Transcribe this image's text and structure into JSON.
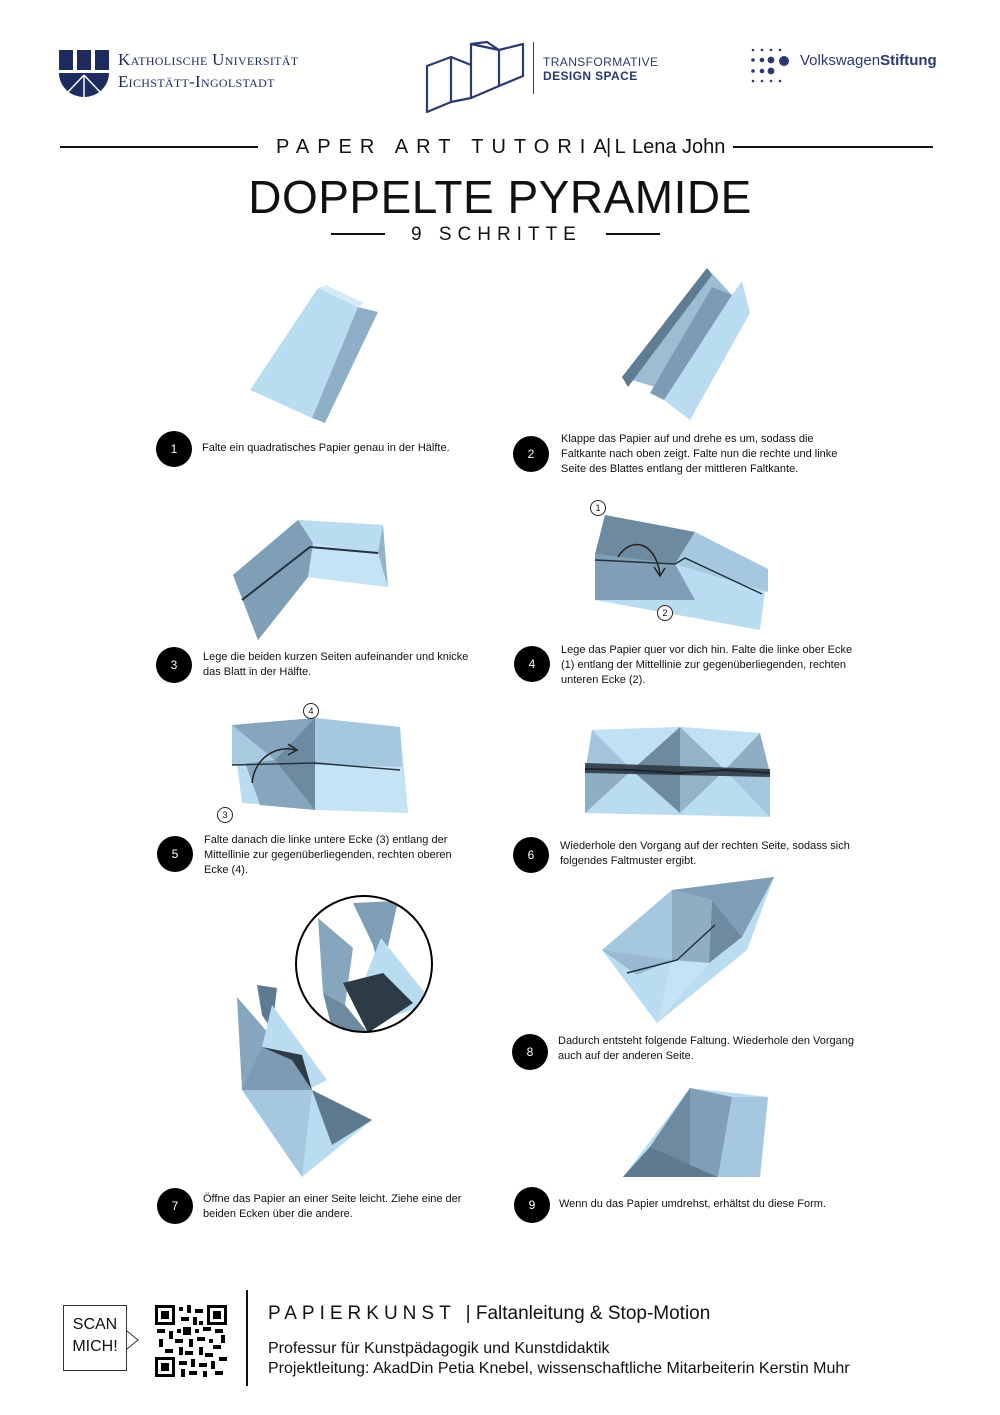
{
  "header": {
    "university": {
      "line1": "Katholische Universität",
      "line2": "Eichstätt-Ingolstadt"
    },
    "tds": {
      "line1": "TRANSFORMATIVE",
      "line2": "DESIGN SPACE"
    },
    "foundation": {
      "prefix": "Volkswagen",
      "bold": "Stiftung"
    }
  },
  "title_block": {
    "series": "PAPER ART TUTORIAL",
    "separator": "|",
    "author": "Lena John",
    "title": "DOPPELTE PYRAMIDE",
    "steps_label": "9 SCHRITTE"
  },
  "colors": {
    "paper_light": "#b9dcf1",
    "paper_mid": "#98b9d0",
    "paper_dark": "#6d8aa0",
    "paper_shadow": "#3d4d5a",
    "brand_navy": "#1d2b5e"
  },
  "steps": [
    {
      "num": "1",
      "text": "Falte ein quadratisches Papier genau in der Hälfte."
    },
    {
      "num": "2",
      "text": "Klappe das Papier auf und drehe es um, sodass die Faltkante nach oben zeigt. Falte nun die rechte und linke Seite des Blattes entlang der mittleren Faltkante."
    },
    {
      "num": "3",
      "text": "Lege die beiden kurzen Seiten aufeinander und knicke das Blatt in der Hälfte."
    },
    {
      "num": "4",
      "text": "Lege das Papier quer vor dich hin. Falte die linke ober Ecke (1) entlang der Mittellinie zur gegenüberliegenden, rechten unteren Ecke (2)."
    },
    {
      "num": "5",
      "text": "Falte danach die linke untere Ecke (3) entlang der Mittellinie zur gegenüberliegenden, rechten oberen Ecke (4)."
    },
    {
      "num": "6",
      "text": "Wiederhole den Vorgang auf der rechten Seite, sodass sich folgendes Faltmuster ergibt."
    },
    {
      "num": "7",
      "text": "Öffne das Papier an einer Seite leicht. Ziehe eine der beiden Ecken über die andere."
    },
    {
      "num": "8",
      "text": "Dadurch entsteht folgende Faltung. Wiederhole den Vorgang auch auf der anderen Seite."
    },
    {
      "num": "9",
      "text": "Wenn du das Papier umdrehst, erhältst du diese Form."
    }
  ],
  "callouts": {
    "c1": "1",
    "c2": "2",
    "c3": "3",
    "c4": "4"
  },
  "footer": {
    "scan_line1": "SCAN",
    "scan_line2": "MICH!",
    "series": "PAPIERKUNST",
    "series_rest": "| Faltanleitung & Stop-Motion",
    "line1": "Professur für Kunstpädagogik und Kunstdidaktik",
    "line2": "Projektleitung: AkadDin Petia Knebel, wissenschaftliche Mitarbeiterin Kerstin Muhr"
  }
}
